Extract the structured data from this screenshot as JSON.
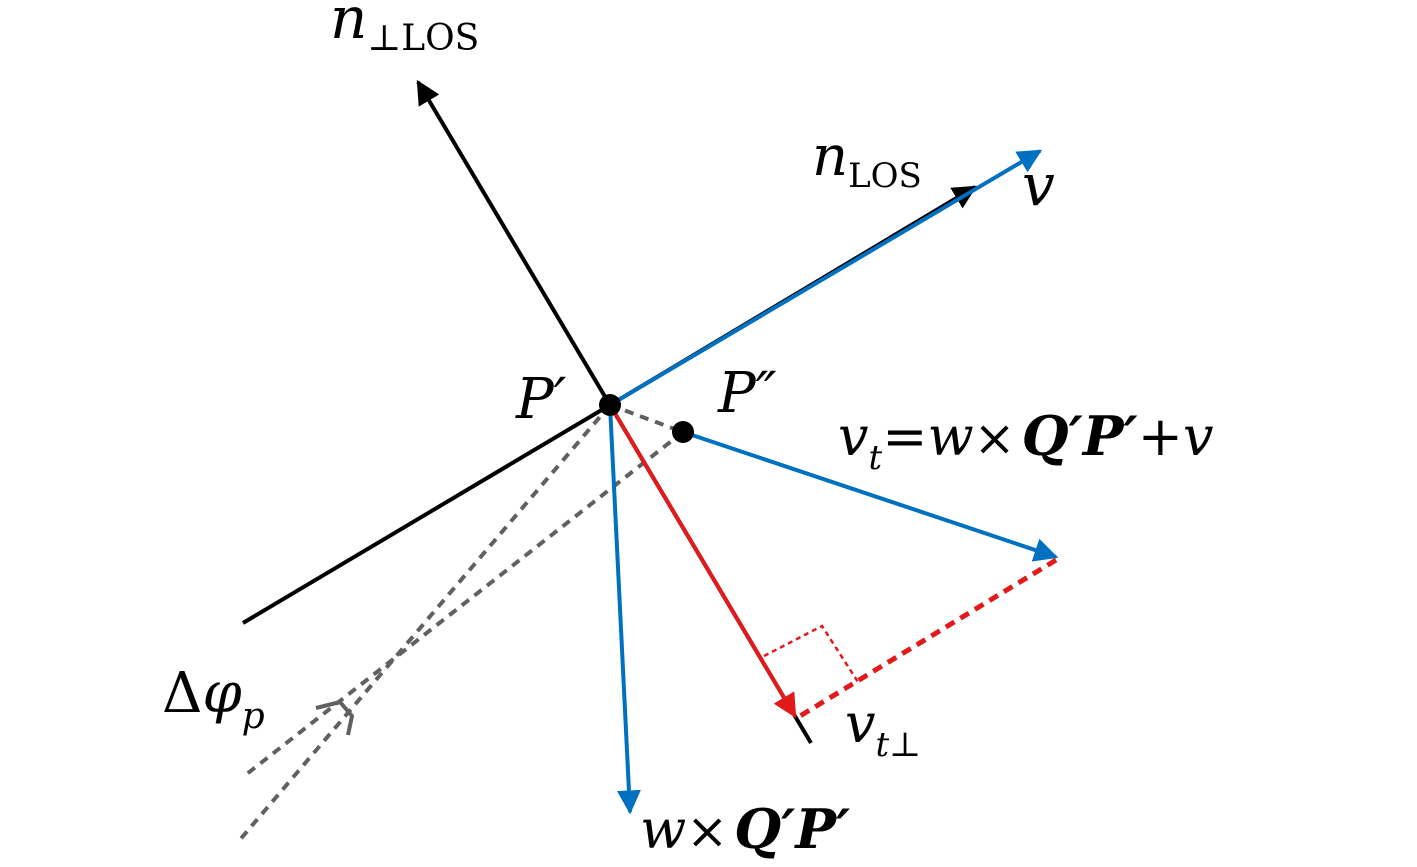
{
  "colors": {
    "axis": "#000000",
    "vector": "#0070C0",
    "perp": "#E31A1C",
    "guide": "#606060",
    "point": "#000000"
  },
  "labels": {
    "n_perp_main": "n",
    "n_perp_sub": "⊥LOS",
    "n_los_main": "n",
    "n_los_sub": "LOS",
    "v": "v",
    "p_prime": "P′",
    "p_double_prime": "P″",
    "vt_v": "v",
    "vt_sub": "t",
    "vt_eq": "=",
    "vt_w": "w",
    "vt_times": "×",
    "vt_qp": "Q′P′",
    "vt_plus": "+",
    "vt_v2": "v",
    "delta": "Δ",
    "phi": "φ",
    "phi_sub": "p",
    "vtperp_main": "v",
    "vtperp_sub": "t⊥",
    "wq_w": "w",
    "wq_times": "×",
    "wq_qp": "Q′P′"
  }
}
